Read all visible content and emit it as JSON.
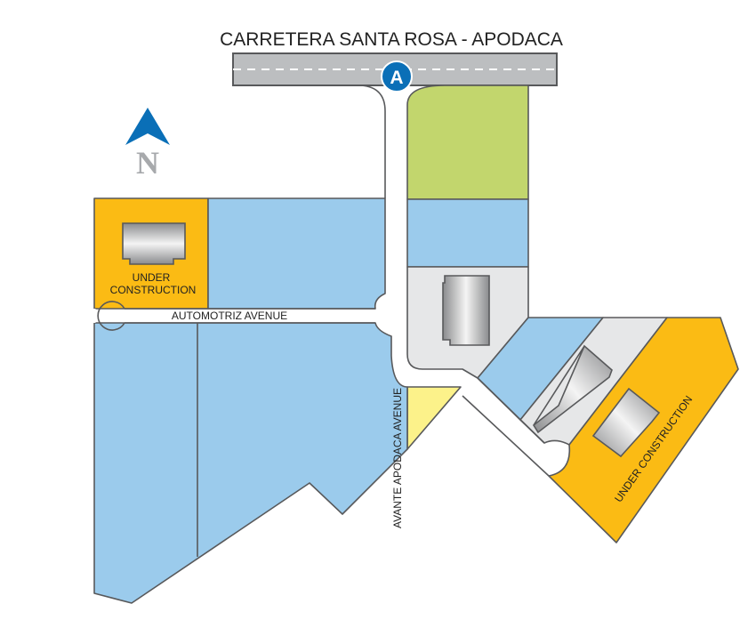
{
  "map": {
    "highway_label": "CARRETERA SANTA ROSA - APODACA",
    "access_marker": "A",
    "north_label": "N",
    "north_icon": "north-arrow-icon",
    "avante_label": "AVANTE APODACA AVENUE",
    "automotriz_label": "AUTOMOTRIZ AVENUE",
    "construction_west_line1": "UNDER",
    "construction_west_line2": "CONSTRUCTION",
    "construction_east": "UNDER CONSTRUCTION"
  },
  "colors": {
    "blue_parcel": "#9bcbec",
    "orange_parcel": "#fbbb14",
    "green_parcel": "#c2d66d",
    "yellow_parcel": "#fcf28a",
    "grey_parcel": "#e6e7e8",
    "road": "#bcbec0",
    "marker": "#0a6fb7"
  }
}
